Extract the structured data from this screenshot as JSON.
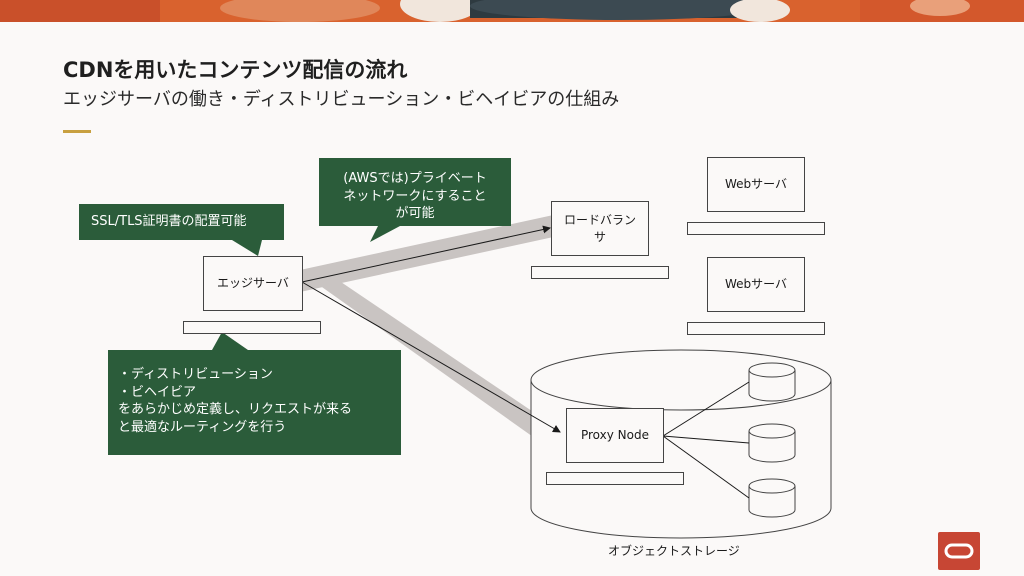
{
  "slide": {
    "title": "CDNを用いたコンテンツ配信の流れ",
    "subtitle": "エッジサーバの働き・ディストリビューション・ビヘイビアの仕組み"
  },
  "diagram": {
    "edge_server": "エッジサーバ",
    "load_balancer": "ロードバラン\nサ",
    "web_server_1": "Webサーバ",
    "web_server_2": "Webサーバ",
    "proxy_node": "Proxy Node",
    "object_storage": "オブジェクトストレージ",
    "callouts": {
      "ssl": "SSL/TLS証明書の配置可能",
      "aws": "(AWSでは)プライベート\nネットワークにすること\nが可能",
      "distribution": "・ディストリビューション\n・ビヘイビア\nをあらかじめ定義し、リクエストが来る\nと最適なルーティングを行う"
    }
  },
  "colors": {
    "callout_green": "#2b5c3a",
    "accent": "#c8a040",
    "oracle_red": "#c74634",
    "band_gray": "#c9c4c2"
  },
  "icons": {
    "logo": "oracle-logo-icon"
  }
}
